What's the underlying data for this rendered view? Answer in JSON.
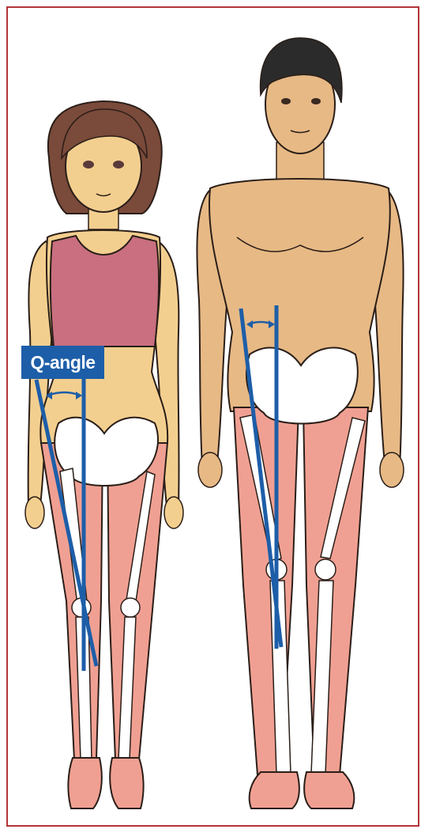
{
  "label": {
    "text": "Q-angle"
  },
  "colors": {
    "frame": "#b3343a",
    "skin_female": "#f3cf8f",
    "skin_male": "#e7b985",
    "bra": "#c96f80",
    "hair_female": "#7a4a3a",
    "hair_male": "#2b2b2b",
    "muscle": "#f0a093",
    "bone": "#ffffff",
    "outline": "#2a1e18",
    "line": "#1d5ea8"
  },
  "figures": [
    {
      "name": "female",
      "q_angle": "wide"
    },
    {
      "name": "male",
      "q_angle": "narrow"
    }
  ]
}
